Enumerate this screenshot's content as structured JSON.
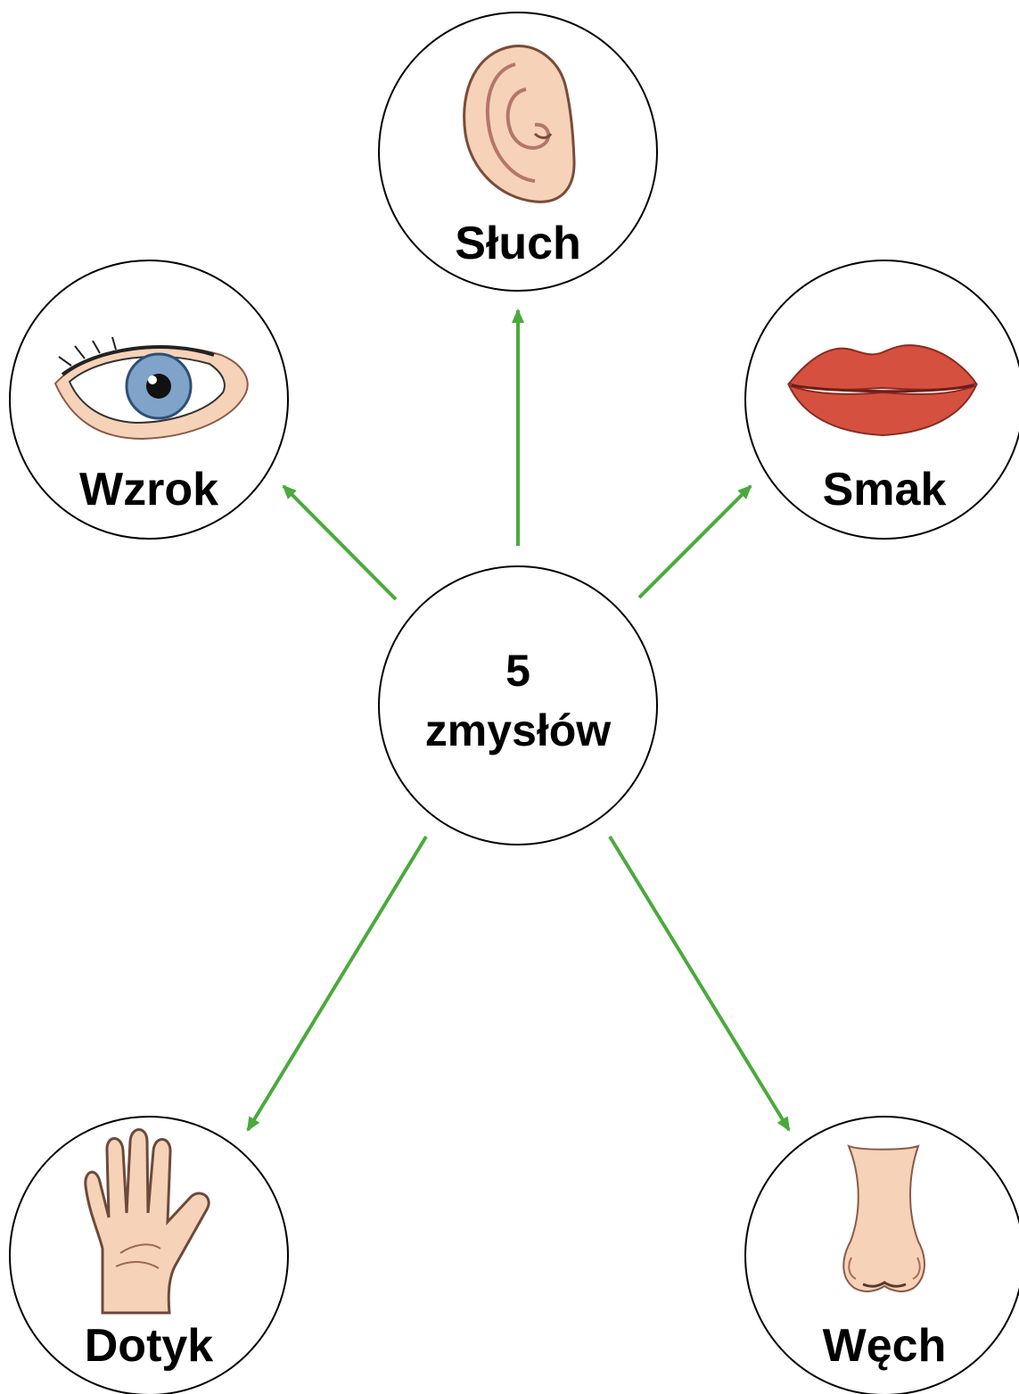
{
  "center": {
    "line1": "5",
    "line2": "zmysłów"
  },
  "senses": {
    "hearing": {
      "label": "Słuch",
      "icon": "ear-icon"
    },
    "sight": {
      "label": "Wzrok",
      "icon": "eye-icon"
    },
    "taste": {
      "label": "Smak",
      "icon": "lips-icon"
    },
    "touch": {
      "label": "Dotyk",
      "icon": "hand-icon"
    },
    "smell": {
      "label": "Węch",
      "icon": "nose-icon"
    }
  },
  "colors": {
    "arrow": "#4aaa3c",
    "outline": "#000000",
    "skin": "#f6d2b8",
    "skin_shade": "#d99a80",
    "iris": "#7fa3c9",
    "lips": "#d5503f"
  }
}
